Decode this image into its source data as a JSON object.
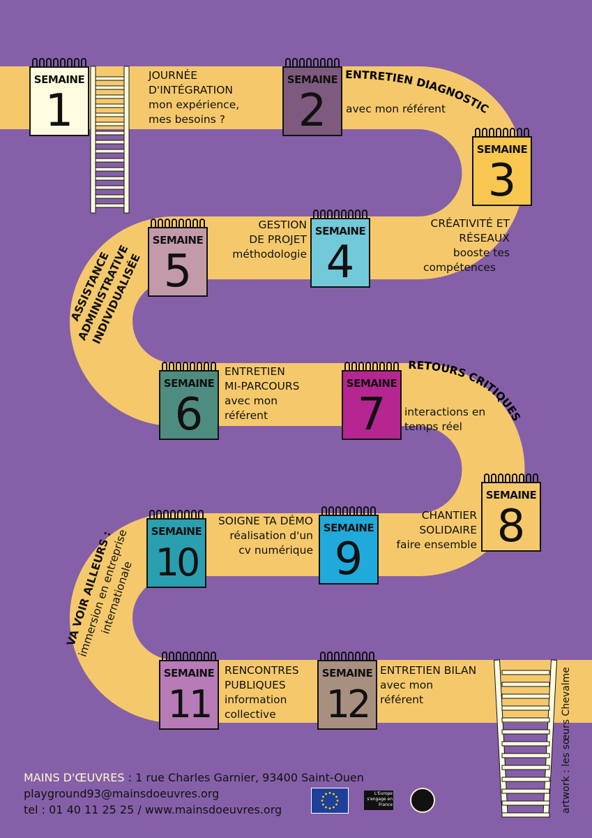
{
  "weeks": [
    {
      "label": "SEMAINE",
      "num": "1",
      "color": "#fffbe0",
      "lines": [
        "JOURNÉE",
        "D'INTÉGRATION",
        "mon expérience,",
        "mes besoins ?"
      ]
    },
    {
      "label": "SEMAINE",
      "num": "2",
      "color": "#7e5a7e",
      "lines": [
        "ENTRETIEN DIAGNOSTIC",
        "avec mon référent"
      ]
    },
    {
      "label": "SEMAINE",
      "num": "3",
      "color": "#f9c74f",
      "lines": [
        "CRÉATIVITÉ ET",
        "RÉSEAUX",
        "booste tes",
        "compétences"
      ]
    },
    {
      "label": "SEMAINE",
      "num": "4",
      "color": "#72c9da",
      "lines": [
        "GESTION",
        "DE PROJET",
        "méthodologie"
      ]
    },
    {
      "label": "SEMAINE",
      "num": "5",
      "color": "#c39aaa",
      "lines": [
        "ASSISTANCE",
        "ADMINISTRATIVE",
        "INDIVIDUALISÉE"
      ]
    },
    {
      "label": "SEMAINE",
      "num": "6",
      "color": "#4f8c80",
      "lines": [
        "ENTRETIEN",
        "MI-PARCOURS",
        "avec mon",
        "référent"
      ]
    },
    {
      "label": "SEMAINE",
      "num": "7",
      "color": "#b52690",
      "lines": [
        "RETOURS CRITIQUES",
        "interactions en",
        "temps réel"
      ]
    },
    {
      "label": "SEMAINE",
      "num": "8",
      "color": "#f5c96b",
      "lines": [
        "CHANTIER",
        "SOLIDAIRE",
        "faire ensemble"
      ]
    },
    {
      "label": "SEMAINE",
      "num": "9",
      "color": "#20aadc",
      "lines": [
        "SOIGNE TA DÉMO",
        "réalisation d'un",
        "cv numérique"
      ]
    },
    {
      "label": "SEMAINE",
      "num": "10",
      "color": "#2a9fb0",
      "lines": [
        "VA VOIR AILLEURS :",
        "immersion en entreprise",
        "internationale"
      ]
    },
    {
      "label": "SEMAINE",
      "num": "11",
      "color": "#b77bb8",
      "lines": [
        "RENCONTRES",
        "PUBLIQUES",
        "information",
        "collective"
      ]
    },
    {
      "label": "SEMAINE",
      "num": "12",
      "color": "#a89080",
      "lines": [
        "ENTRETIEN BILAN",
        "avec mon",
        "référent"
      ]
    }
  ],
  "footer": {
    "org": "MAINS D'ŒUVRES",
    "address": " : 1 rue Charles Garnier, 93400 Saint-Ouen",
    "email": "playground93@mainsdoeuvres.org",
    "phone_web": "tel : 01 40 11 25 25 / www.mainsdoeuvres.org",
    "credit": "artwork :  les sœurs Chevalme",
    "logo2": "L'Europe s'engage en France"
  },
  "colors": {
    "background": "#8560a8",
    "path": "#f5c96b"
  }
}
